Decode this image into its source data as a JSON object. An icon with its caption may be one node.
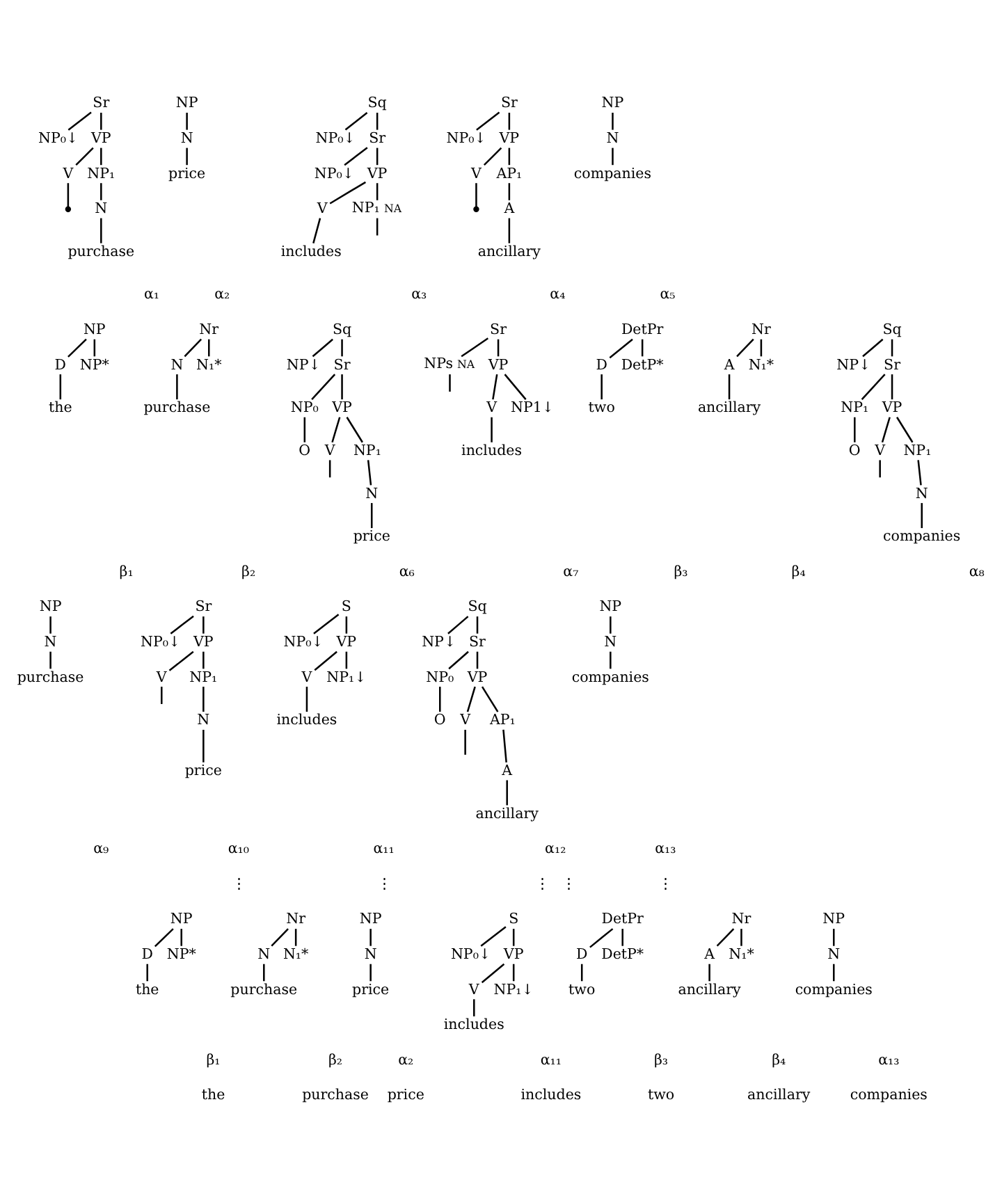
{
  "diagram": {
    "nodes": [
      {
        "text": [
          "Sr"
        ]
      },
      {
        "text": [
          "NP₀↓"
        ]
      },
      {
        "text": [
          "VP"
        ]
      },
      {
        "text": [
          "V"
        ]
      },
      {
        "text": [
          "NP₁"
        ]
      },
      {
        "text": [],
        "shape": "circle"
      },
      {
        "text": [
          "N"
        ]
      },
      {
        "text": [
          "purchase"
        ]
      },
      {
        "text": [
          "NP"
        ]
      },
      {
        "text": [
          "N"
        ]
      },
      {
        "text": [
          "price"
        ]
      },
      {
        "text": [
          "Sq"
        ]
      },
      {
        "text": [
          "NP₀↓"
        ]
      },
      {
        "text": [
          "Sr"
        ]
      },
      {
        "text": [
          "NP₀↓"
        ]
      },
      {
        "text": [
          "VP"
        ]
      },
      {
        "text": [
          "V"
        ]
      },
      {
        "text": [
          "NP₁"
        ],
        "beside": [
          "NA"
        ]
      },
      {
        "text": [
          "includes"
        ]
      },
      {
        "text": [
          "Sr"
        ]
      },
      {
        "text": [
          "NP₀↓"
        ]
      },
      {
        "text": [
          "VP"
        ]
      },
      {
        "text": [
          "V"
        ]
      },
      {
        "text": [
          "AP₁"
        ]
      },
      {
        "text": [],
        "shape": "circle"
      },
      {
        "text": [
          "A"
        ]
      },
      {
        "text": [
          "ancillary"
        ]
      },
      {
        "text": [
          "NP"
        ]
      },
      {
        "text": [
          "N"
        ]
      },
      {
        "text": [
          "companies"
        ]
      },
      {
        "text": [
          "NP"
        ]
      },
      {
        "text": [
          "D"
        ]
      },
      {
        "text": [
          "NP*"
        ]
      },
      {
        "text": [
          "the"
        ]
      },
      {
        "text": [
          "Nr"
        ]
      },
      {
        "text": [
          "N"
        ]
      },
      {
        "text": [
          "N₁*"
        ]
      },
      {
        "text": [
          "purchase"
        ]
      },
      {
        "text": [
          "Sq"
        ]
      },
      {
        "text": [
          "NP↓"
        ]
      },
      {
        "text": [
          "Sr"
        ]
      },
      {
        "text": [
          "NP₀"
        ]
      },
      {
        "text": [
          "VP"
        ]
      },
      {
        "text": [
          "O"
        ]
      },
      {
        "text": [
          "V"
        ]
      },
      {
        "text": [
          "NP₁"
        ]
      },
      {
        "text": [
          "N"
        ]
      },
      {
        "text": [
          "price"
        ]
      },
      {
        "text": [
          "Sr"
        ]
      },
      {
        "text": [
          "NPs"
        ],
        "beside": [
          "NA"
        ]
      },
      {
        "text": [
          "VP"
        ]
      },
      {
        "text": [
          "V"
        ]
      },
      {
        "text": [
          "NP1↓"
        ]
      },
      {
        "text": [
          "includes"
        ]
      },
      {
        "text": [
          "DetPr"
        ]
      },
      {
        "text": [
          "D"
        ]
      },
      {
        "text": [
          "DetP*"
        ]
      },
      {
        "text": [
          "two"
        ]
      },
      {
        "text": [
          "Nr"
        ]
      },
      {
        "text": [
          "A"
        ]
      },
      {
        "text": [
          "N₁*"
        ]
      },
      {
        "text": [
          "ancillary"
        ]
      },
      {
        "text": [
          "Sq"
        ]
      },
      {
        "text": [
          "NP↓"
        ]
      },
      {
        "text": [
          "Sr"
        ]
      },
      {
        "text": [
          "NP₁"
        ]
      },
      {
        "text": [
          "VP"
        ]
      },
      {
        "text": [
          "O"
        ]
      },
      {
        "text": [
          "V"
        ]
      },
      {
        "text": [
          "NP₁"
        ]
      },
      {
        "text": [
          "N"
        ]
      },
      {
        "text": [
          "companies"
        ]
      },
      {
        "text": [
          "NP"
        ]
      },
      {
        "text": [
          "N"
        ]
      },
      {
        "text": [
          "purchase"
        ]
      },
      {
        "text": [
          "Sr"
        ]
      },
      {
        "text": [
          "NP₀↓"
        ]
      },
      {
        "text": [
          "VP"
        ]
      },
      {
        "text": [
          "V"
        ]
      },
      {
        "text": [
          "NP₁"
        ]
      },
      {
        "text": [
          "N"
        ]
      },
      {
        "text": [
          "price"
        ]
      },
      {
        "text": [
          "S"
        ]
      },
      {
        "text": [
          "NP₀↓"
        ]
      },
      {
        "text": [
          "VP"
        ]
      },
      {
        "text": [
          "V"
        ]
      },
      {
        "text": [
          "NP₁↓"
        ]
      },
      {
        "text": [
          "includes"
        ]
      },
      {
        "text": [
          "Sq"
        ]
      },
      {
        "text": [
          "NP↓"
        ]
      },
      {
        "text": [
          "Sr"
        ]
      },
      {
        "text": [
          "NP₀"
        ]
      },
      {
        "text": [
          "VP"
        ]
      },
      {
        "text": [
          "O"
        ]
      },
      {
        "text": [
          "V"
        ]
      },
      {
        "text": [
          "AP₁"
        ]
      },
      {
        "text": [
          "A"
        ]
      },
      {
        "text": [
          "ancillary"
        ]
      },
      {
        "text": [
          "NP"
        ]
      },
      {
        "text": [
          "N"
        ]
      },
      {
        "text": [
          "companies"
        ]
      },
      {
        "text": [
          "NP"
        ]
      },
      {
        "text": [
          "D"
        ]
      },
      {
        "text": [
          "NP*"
        ]
      },
      {
        "text": [
          "the"
        ]
      },
      {
        "text": [
          "Nr"
        ]
      },
      {
        "text": [
          "N"
        ]
      },
      {
        "text": [
          "N₁*"
        ]
      },
      {
        "text": [
          "purchase"
        ]
      },
      {
        "text": [
          "NP"
        ]
      },
      {
        "text": [
          "N"
        ]
      },
      {
        "text": [
          "price"
        ]
      },
      {
        "text": [
          "S"
        ]
      },
      {
        "text": [
          "NP₀↓"
        ]
      },
      {
        "text": [
          "VP"
        ]
      },
      {
        "text": [
          "V"
        ]
      },
      {
        "text": [
          "NP₁↓"
        ]
      },
      {
        "text": [
          "includes"
        ]
      },
      {
        "text": [
          "DetPr"
        ]
      },
      {
        "text": [
          "D"
        ]
      },
      {
        "text": [
          "DetP*"
        ]
      },
      {
        "text": [
          "two"
        ]
      },
      {
        "text": [
          "Nr"
        ]
      },
      {
        "text": [
          "A"
        ]
      },
      {
        "text": [
          "N₁*"
        ]
      },
      {
        "text": [
          "ancillary"
        ]
      },
      {
        "text": [
          "NP"
        ]
      },
      {
        "text": [
          "N"
        ]
      },
      {
        "text": [
          "companies"
        ]
      }
    ],
    "edges": [
      {
        "from": 0,
        "to": 1,
        "arrow": "none"
      },
      {
        "from": 0,
        "to": 2,
        "arrow": "none"
      },
      {
        "from": 2,
        "to": 3,
        "arrow": "none"
      },
      {
        "from": 2,
        "to": 4,
        "arrow": "none"
      },
      {
        "from": 3,
        "to": 5,
        "arrow": "none"
      },
      {
        "from": 4,
        "to": 6,
        "arrow": "none"
      },
      {
        "from": 6,
        "to": 7,
        "arrow": "none"
      },
      {
        "from": 8,
        "to": 9,
        "arrow": "none"
      },
      {
        "from": 9,
        "to": 10,
        "arrow": "none"
      },
      {
        "from": 11,
        "to": 12,
        "arrow": "none"
      },
      {
        "from": 11,
        "to": 13,
        "arrow": "none"
      },
      {
        "from": 13,
        "to": 14,
        "arrow": "none"
      },
      {
        "from": 13,
        "to": 15,
        "arrow": "none"
      },
      {
        "from": 15,
        "to": 16,
        "arrow": "none"
      },
      {
        "from": 15,
        "to": 17,
        "arrow": "none"
      },
      {
        "from": 16,
        "to": 18,
        "arrow": "none"
      },
      {
        "from": 17,
        "to": null,
        "arrow": "none"
      },
      {
        "from": 19,
        "to": 20,
        "arrow": "none"
      },
      {
        "from": 19,
        "to": 21,
        "arrow": "none"
      },
      {
        "from": 21,
        "to": 22,
        "arrow": "none"
      },
      {
        "from": 21,
        "to": 23,
        "arrow": "none"
      },
      {
        "from": 22,
        "to": 24,
        "arrow": "none"
      },
      {
        "from": 23,
        "to": 25,
        "arrow": "none"
      },
      {
        "from": 25,
        "to": 26,
        "arrow": "none"
      },
      {
        "from": 27,
        "to": 28,
        "arrow": "none"
      },
      {
        "from": 28,
        "to": 29,
        "arrow": "none"
      },
      {
        "from": 30,
        "to": 31,
        "arrow": "none"
      },
      {
        "from": 30,
        "to": 32,
        "arrow": "none"
      },
      {
        "from": 31,
        "to": 33,
        "arrow": "none"
      },
      {
        "from": 34,
        "to": 35,
        "arrow": "none"
      },
      {
        "from": 34,
        "to": 36,
        "arrow": "none"
      },
      {
        "from": 35,
        "to": 37,
        "arrow": "none"
      },
      {
        "from": 38,
        "to": 39,
        "arrow": "none"
      },
      {
        "from": 38,
        "to": 40,
        "arrow": "none"
      },
      {
        "from": 40,
        "to": 41,
        "arrow": "none"
      },
      {
        "from": 40,
        "to": 42,
        "arrow": "none"
      },
      {
        "from": 41,
        "to": 43,
        "arrow": "none"
      },
      {
        "from": 42,
        "to": 44,
        "arrow": "none"
      },
      {
        "from": 42,
        "to": 45,
        "arrow": "none"
      },
      {
        "from": 44,
        "to": null,
        "arrow": "none"
      },
      {
        "from": 45,
        "to": 46,
        "arrow": "none"
      },
      {
        "from": 46,
        "to": 47,
        "arrow": "none"
      },
      {
        "from": 48,
        "to": 49,
        "arrow": "none"
      },
      {
        "from": 48,
        "to": 50,
        "arrow": "none"
      },
      {
        "from": 49,
        "to": null,
        "arrow": "none"
      },
      {
        "from": 50,
        "to": 51,
        "arrow": "none"
      },
      {
        "from": 50,
        "to": 52,
        "arrow": "none"
      },
      {
        "from": 51,
        "to": 53,
        "arrow": "none"
      },
      {
        "from": 54,
        "to": 55,
        "arrow": "none"
      },
      {
        "from": 54,
        "to": 56,
        "arrow": "none"
      },
      {
        "from": 55,
        "to": 57,
        "arrow": "none"
      },
      {
        "from": 58,
        "to": 59,
        "arrow": "none"
      },
      {
        "from": 58,
        "to": 60,
        "arrow": "none"
      },
      {
        "from": 59,
        "to": 61,
        "arrow": "none"
      },
      {
        "from": 62,
        "to": 63,
        "arrow": "none"
      },
      {
        "from": 62,
        "to": 64,
        "arrow": "none"
      },
      {
        "from": 64,
        "to": 65,
        "arrow": "none"
      },
      {
        "from": 64,
        "to": 66,
        "arrow": "none"
      },
      {
        "from": 65,
        "to": 67,
        "arrow": "none"
      },
      {
        "from": 66,
        "to": 68,
        "arrow": "none"
      },
      {
        "from": 66,
        "to": 69,
        "arrow": "none"
      },
      {
        "from": 68,
        "to": null,
        "arrow": "none"
      },
      {
        "from": 69,
        "to": 70,
        "arrow": "none"
      },
      {
        "from": 70,
        "to": 71,
        "arrow": "none"
      },
      {
        "from": 72,
        "to": 73,
        "arrow": "none"
      },
      {
        "from": 73,
        "to": 74,
        "arrow": "none"
      },
      {
        "from": 75,
        "to": 76,
        "arrow": "none"
      },
      {
        "from": 75,
        "to": 77,
        "arrow": "none"
      },
      {
        "from": 77,
        "to": 78,
        "arrow": "none"
      },
      {
        "from": 77,
        "to": 79,
        "arrow": "none"
      },
      {
        "from": 78,
        "to": null,
        "arrow": "none"
      },
      {
        "from": 79,
        "to": 80,
        "arrow": "none"
      },
      {
        "from": 80,
        "to": 81,
        "arrow": "none"
      },
      {
        "from": 82,
        "to": 83,
        "arrow": "none"
      },
      {
        "from": 82,
        "to": 84,
        "arrow": "none"
      },
      {
        "from": 84,
        "to": 85,
        "arrow": "none"
      },
      {
        "from": 84,
        "to": 86,
        "arrow": "none"
      },
      {
        "from": 85,
        "to": 87,
        "arrow": "none"
      },
      {
        "from": 88,
        "to": 89,
        "arrow": "none"
      },
      {
        "from": 88,
        "to": 90,
        "arrow": "none"
      },
      {
        "from": 90,
        "to": 91,
        "arrow": "none"
      },
      {
        "from": 90,
        "to": 92,
        "arrow": "none"
      },
      {
        "from": 91,
        "to": 93,
        "arrow": "none"
      },
      {
        "from": 92,
        "to": 94,
        "arrow": "none"
      },
      {
        "from": 92,
        "to": 95,
        "arrow": "none"
      },
      {
        "from": 94,
        "to": null,
        "arrow": "none"
      },
      {
        "from": 95,
        "to": 96,
        "arrow": "none"
      },
      {
        "from": 96,
        "to": 97,
        "arrow": "none"
      },
      {
        "from": 98,
        "to": 99,
        "arrow": "none"
      },
      {
        "from": 99,
        "to": 100,
        "arrow": "none"
      },
      {
        "from": 101,
        "to": 102,
        "arrow": "none"
      },
      {
        "from": 101,
        "to": 103,
        "arrow": "none"
      },
      {
        "from": 102,
        "to": 104,
        "arrow": "none"
      },
      {
        "from": 105,
        "to": 106,
        "arrow": "none"
      },
      {
        "from": 105,
        "to": 107,
        "arrow": "none"
      },
      {
        "from": 106,
        "to": 108,
        "arrow": "none"
      },
      {
        "from": 109,
        "to": 110,
        "arrow": "none"
      },
      {
        "from": 110,
        "to": 111,
        "arrow": "none"
      },
      {
        "from": 112,
        "to": 113,
        "arrow": "none"
      },
      {
        "from": 112,
        "to": 114,
        "arrow": "none"
      },
      {
        "from": 114,
        "to": 115,
        "arrow": "none"
      },
      {
        "from": 114,
        "to": 116,
        "arrow": "none"
      },
      {
        "from": 115,
        "to": 117,
        "arrow": "none"
      },
      {
        "from": 118,
        "to": 119,
        "arrow": "none"
      },
      {
        "from": 118,
        "to": 120,
        "arrow": "none"
      },
      {
        "from": 119,
        "to": 121,
        "arrow": "none"
      },
      {
        "from": 122,
        "to": 123,
        "arrow": "none"
      },
      {
        "from": 122,
        "to": 124,
        "arrow": "none"
      },
      {
        "from": 123,
        "to": 125,
        "arrow": "none"
      },
      {
        "from": 126,
        "to": 127,
        "arrow": "none"
      },
      {
        "from": 127,
        "to": 128,
        "arrow": "none"
      }
    ],
    "labels": [
      "α₁",
      "α₂",
      "α₃",
      "α₄",
      "α₅",
      "β₁",
      "β₂",
      "α₆",
      "α₇",
      "β₃",
      "β₄",
      "α₈",
      "α₉",
      "α₁₀",
      "α₁₁",
      "α₁₂",
      "α₁₃",
      "⋮",
      "⋮",
      "⋮",
      "⋮",
      "⋮",
      "β₁",
      "β₂",
      "α₂",
      "α₁₁",
      "β₃",
      "β₄",
      "α₁₃",
      "the",
      "purchase",
      "price",
      "includes",
      "two",
      "ancillary",
      "companies"
    ]
  }
}
